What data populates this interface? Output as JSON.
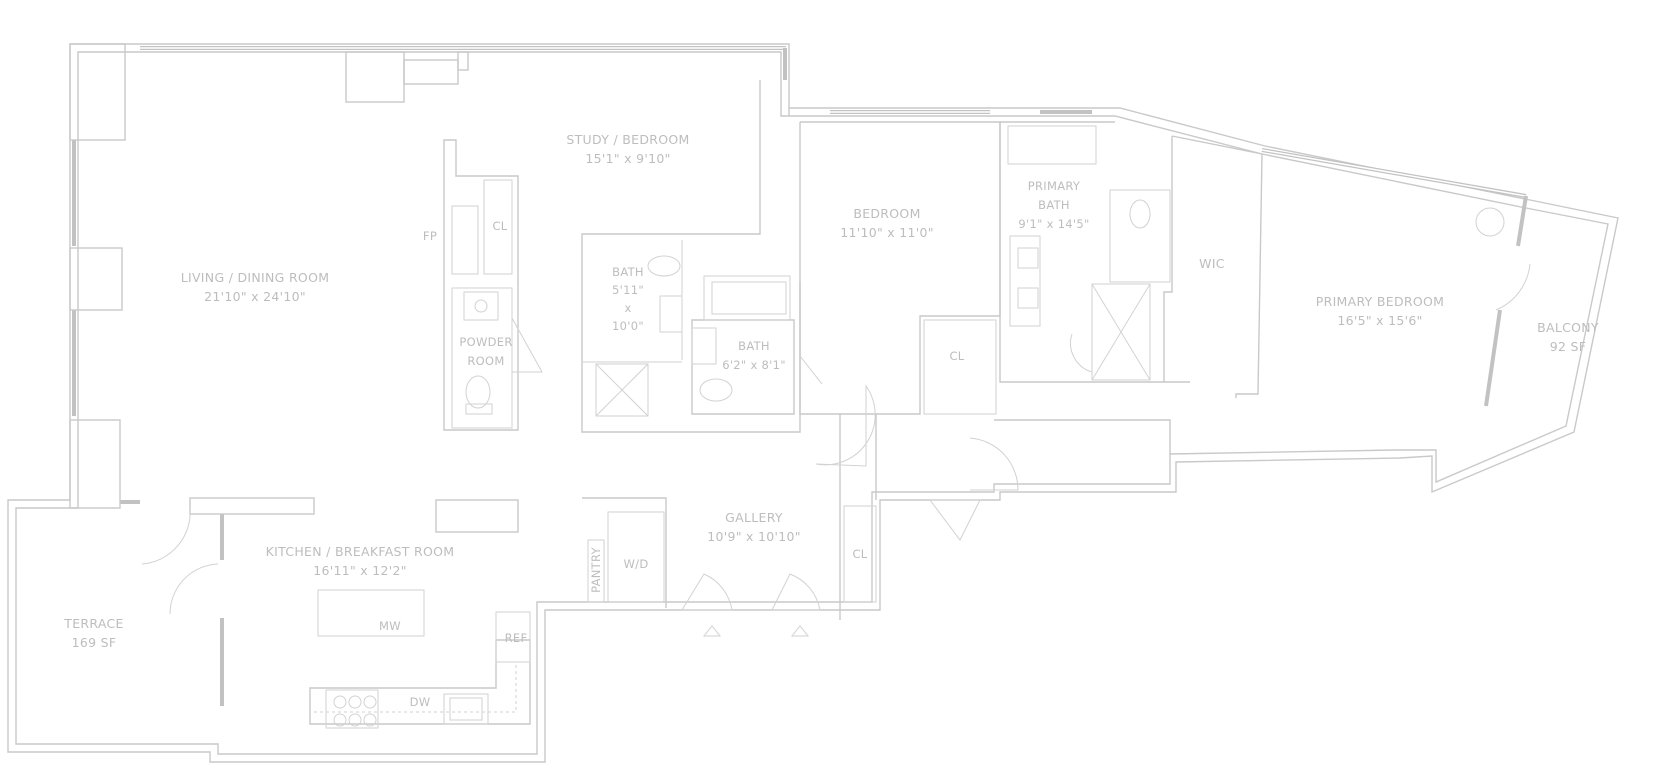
{
  "rooms": {
    "living": {
      "name": "LIVING / DINING ROOM",
      "dims": "21'10\" x 24'10\""
    },
    "study": {
      "name": "STUDY / BEDROOM",
      "dims": "15'1\" x 9'10\""
    },
    "bedroom": {
      "name": "BEDROOM",
      "dims": "11'10\" x 11'0\""
    },
    "primary_bath": {
      "name_line1": "PRIMARY",
      "name_line2": "BATH",
      "dims": "9'1\" x 14'5\""
    },
    "wic": {
      "name": "WIC"
    },
    "primary_bedroom": {
      "name": "PRIMARY BEDROOM",
      "dims": "16'5\" x 15'6\""
    },
    "balcony": {
      "name": "BALCONY",
      "area": "92 SF"
    },
    "bath1": {
      "name": "BATH",
      "dims_line1": "5'11\"",
      "dims_line2": "x",
      "dims_line3": "10'0\""
    },
    "bath2": {
      "name": "BATH",
      "dims": "6'2\" x 8'1\""
    },
    "powder": {
      "name_line1": "POWDER",
      "name_line2": "ROOM"
    },
    "kitchen": {
      "name": "KITCHEN / BREAKFAST ROOM",
      "dims": "16'11\" x 12'2\""
    },
    "terrace": {
      "name": "TERRACE",
      "area": "169 SF"
    },
    "gallery": {
      "name": "GALLERY",
      "dims": "10'9\" x 10'10\""
    }
  },
  "fixtures": {
    "fp": "FP",
    "closet_living": "CL",
    "closet_bedroom": "CL",
    "closet_gallery": "CL",
    "pantry": "PANTRY",
    "wd": "W/D",
    "mw": "MW",
    "dw": "DW",
    "ref": "REF"
  }
}
